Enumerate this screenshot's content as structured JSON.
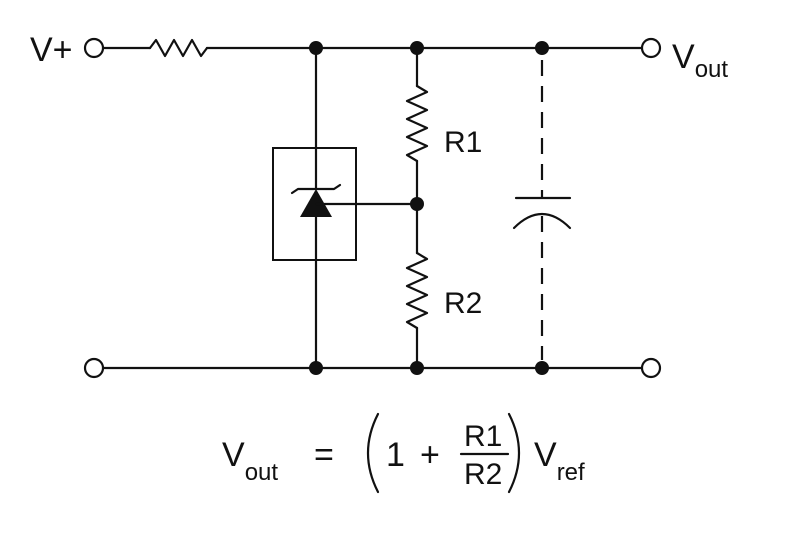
{
  "labels": {
    "vplus": "V+",
    "vout_main": "V",
    "vout_sub": "out",
    "r1": "R1",
    "r2": "R2"
  },
  "formula": {
    "lhs_main": "V",
    "lhs_sub": "out",
    "equals": "=",
    "one": "1",
    "plus": "+",
    "num": "R1",
    "den": "R2",
    "rhs_main": "V",
    "rhs_sub": "ref"
  }
}
